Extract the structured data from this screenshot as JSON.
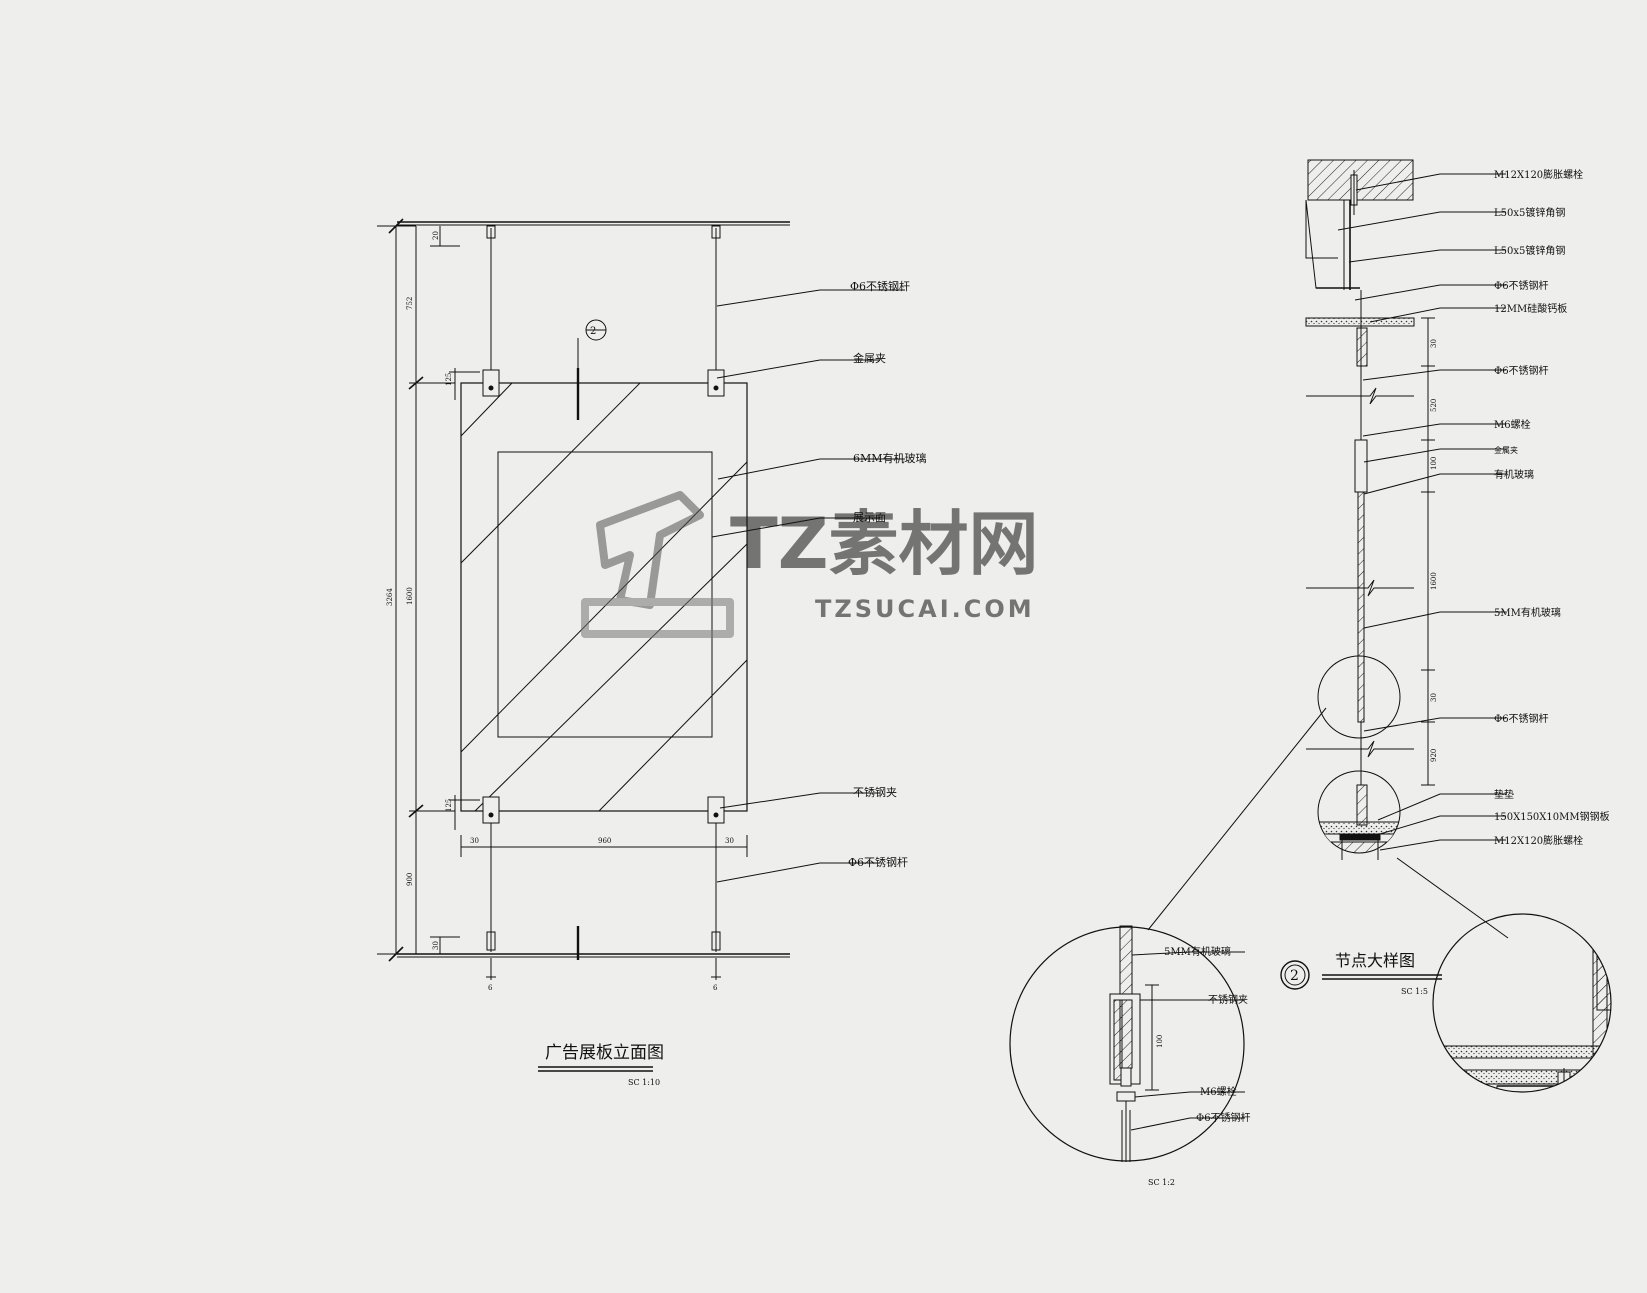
{
  "elevation": {
    "title": "广告展板立面图",
    "scale": "SC  1:10",
    "callout_symbol": "2",
    "labels": {
      "rod_top": "Φ6不锈钢杆",
      "clamp_top": "金属夹",
      "acrylic": "6MM有机玻璃",
      "display_face": "展示面",
      "clamp_bottom": "不锈钢夹",
      "rod_bottom": "Φ6不锈钢杆"
    },
    "dims": {
      "total_height": "3264",
      "upper_gap": "752",
      "panel_height": "1600",
      "lower_gap": "900",
      "top_offset": "20",
      "clamp_offset_top": "125",
      "clamp_offset_bottom": "125",
      "floor_offset": "30",
      "panel_width": "960",
      "side_left": "30",
      "side_right": "30",
      "rod_dia_left": "6",
      "rod_dia_right": "6"
    }
  },
  "section": {
    "title": "节点大样图",
    "scale": "SC  1:5",
    "callout_symbol": "2",
    "labels": {
      "bolt_top": "M12X120膨胀螺栓",
      "angle_steel_1": "L50x5镀锌角钢",
      "angle_steel_2": "L50x5镀锌角钢",
      "rod_1": "Φ6不锈钢杆",
      "ceiling_board": "12MM硅酸钙板",
      "rod_2": "Φ6不锈钢杆",
      "bolt_m6": "M6螺栓",
      "metal_clamp": "金属夹",
      "organic_glass": "有机玻璃",
      "acrylic_5mm": "5MM有机玻璃",
      "rod_3": "Φ6不锈钢杆",
      "pad": "垫垫",
      "steel_plate": "150X150X10MM钢钢板",
      "bolt_bottom": "M12X120膨胀螺栓"
    },
    "dims": {
      "d1": "30",
      "d2": "520",
      "d3": "100",
      "d4": "1600",
      "d5": "30",
      "d6": "920"
    }
  },
  "detail": {
    "scale": "SC  1:2",
    "labels": {
      "acrylic": "5MM有机玻璃",
      "clamp": "不锈钢夹",
      "bolt": "M6螺栓",
      "rod": "Φ6不锈钢杆"
    },
    "dims": {
      "clamp_len": "100"
    }
  },
  "watermark": {
    "name": "TZ素材网",
    "url": "TZSUCAI.COM"
  }
}
